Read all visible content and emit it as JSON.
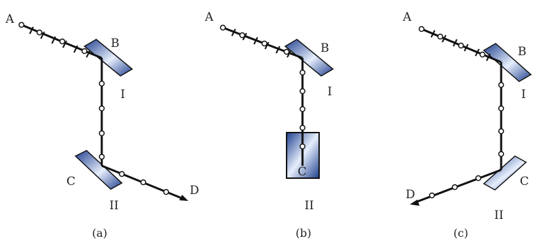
{
  "panels": [
    {
      "caption": "(a)",
      "point_a": "A",
      "point_b": "B",
      "point_c": "C",
      "point_d": "D",
      "label_upper": "I",
      "label_lower": "II",
      "lower_element": "mirror",
      "reflected_direction": "right"
    },
    {
      "caption": "(b)",
      "point_a": "A",
      "point_b": "B",
      "point_c": "C",
      "label_upper": "I",
      "label_lower": "II",
      "lower_element": "block"
    },
    {
      "caption": "(c)",
      "point_a": "A",
      "point_b": "B",
      "point_c": "C",
      "point_d": "D",
      "label_upper": "I",
      "label_lower": "II",
      "lower_element": "mirror",
      "reflected_direction": "left"
    }
  ],
  "colors": {
    "glass_dark": "#1f3f8f",
    "glass_light": "#e6eefc",
    "ray": "#111111"
  }
}
